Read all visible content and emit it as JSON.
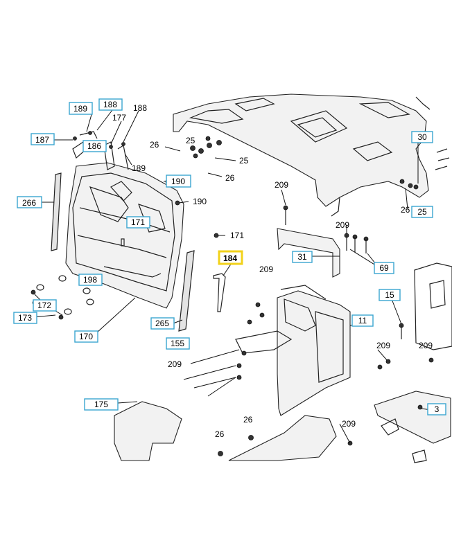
{
  "boxed_labels": {
    "l189": "189",
    "l188": "188",
    "l187": "187",
    "l186": "186",
    "l190": "190",
    "l266": "266",
    "l171": "171",
    "l184": "184",
    "l198": "198",
    "l172": "172",
    "l173": "173",
    "l170": "170",
    "l265": "265",
    "l155": "155",
    "l175": "175",
    "l31": "31",
    "l69": "69",
    "l30": "30",
    "l25": "25",
    "l15": "15",
    "l11": "11",
    "l3": "3"
  },
  "plain_labels": {
    "p188": "188",
    "p177": "177",
    "p189": "189",
    "p26a": "26",
    "p25a": "25",
    "p25b": "25",
    "p26b": "26",
    "p190": "190",
    "p171": "171",
    "p209a": "209",
    "p209b": "209",
    "p209c": "209",
    "p26c": "26",
    "p209d": "209",
    "p209e": "209",
    "p209f": "209",
    "p26d": "26",
    "p26e": "26",
    "p209g": "209"
  }
}
